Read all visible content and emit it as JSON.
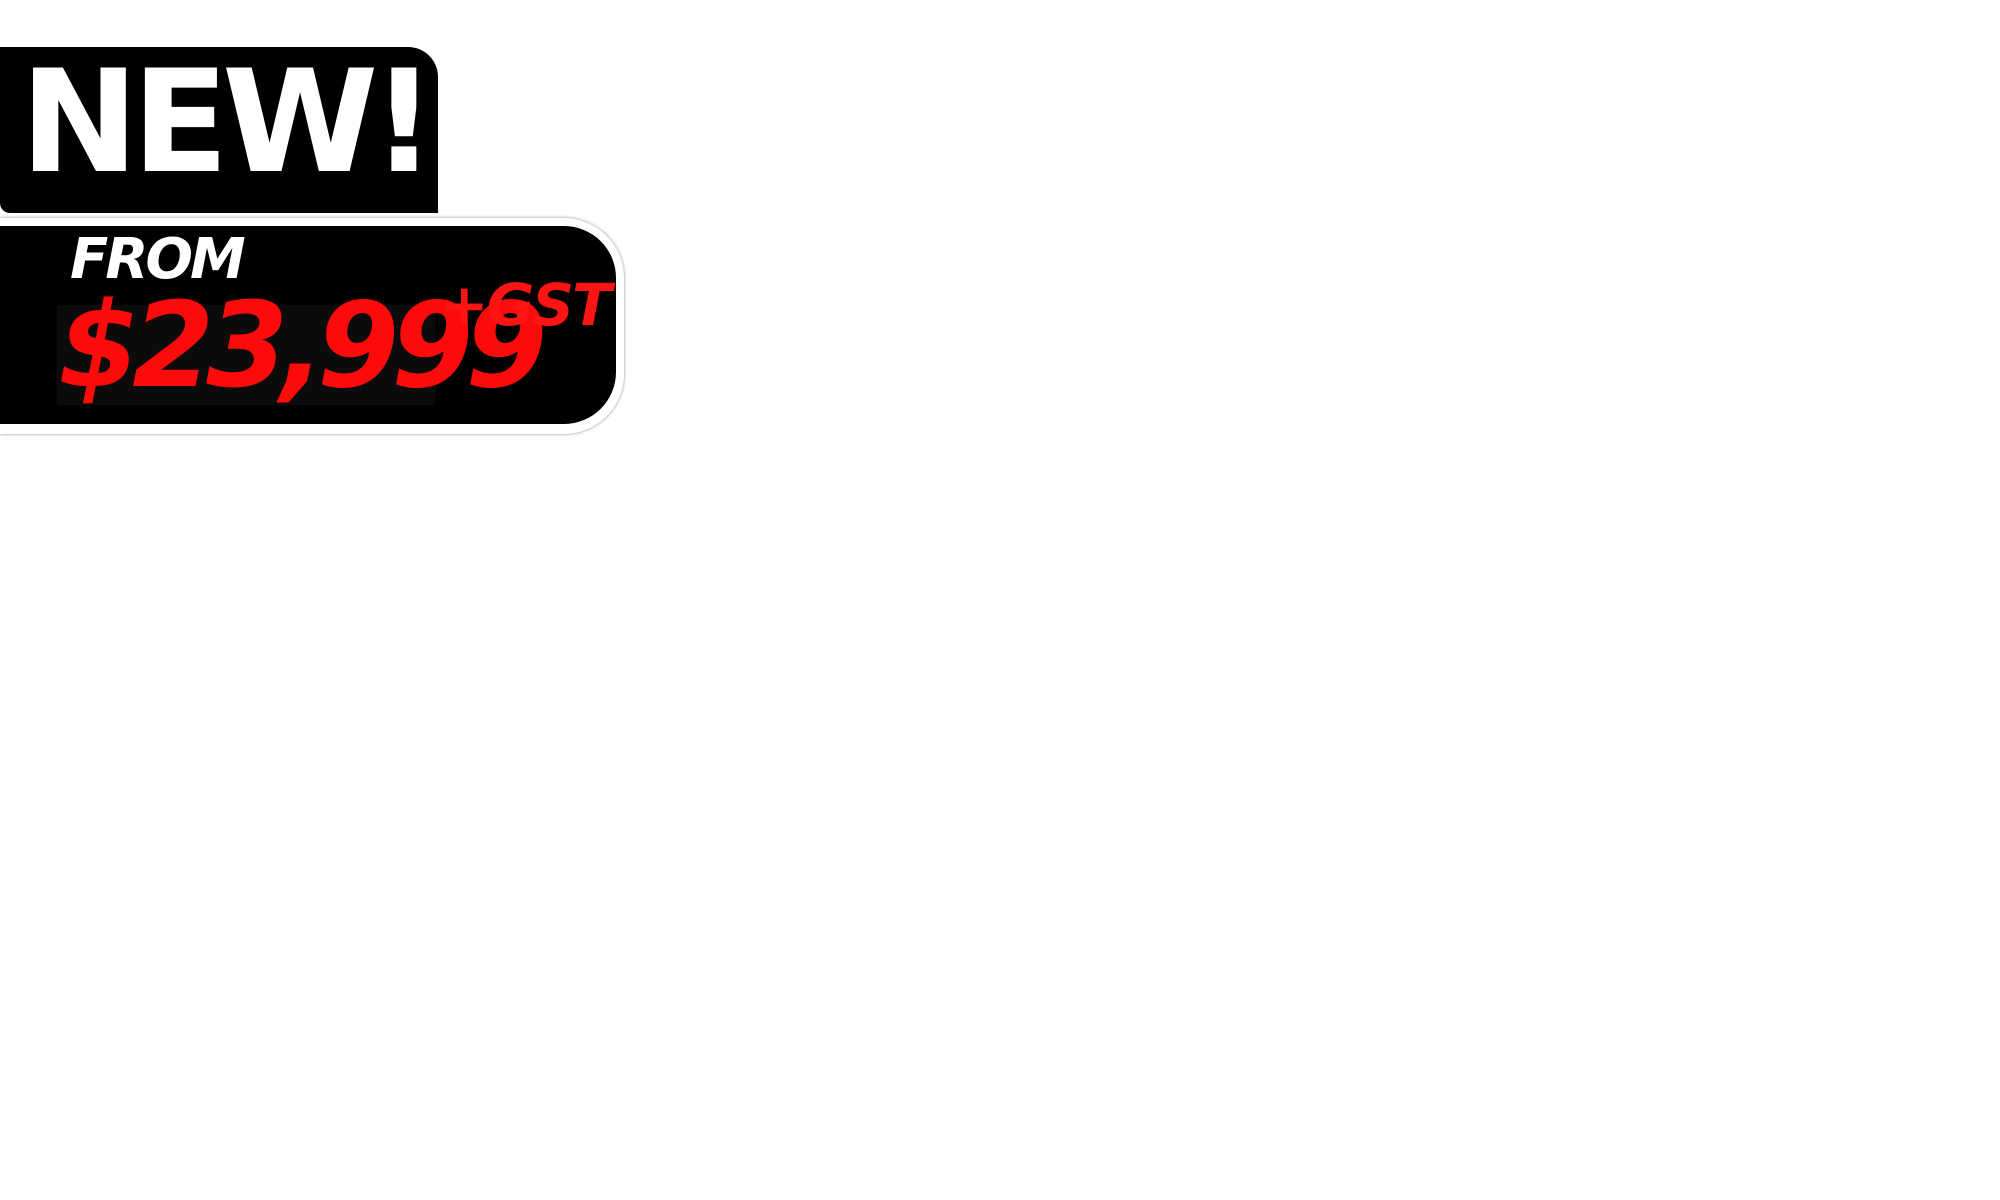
{
  "badge": {
    "headline": "NEW!",
    "from_label": "FROM",
    "price": "$23,999",
    "tax_note": "+GST"
  },
  "colors": {
    "badge_background": "#000000",
    "headline_text": "#ffffff",
    "price_text": "#ff0a0a",
    "page_background": "#ffffff"
  }
}
